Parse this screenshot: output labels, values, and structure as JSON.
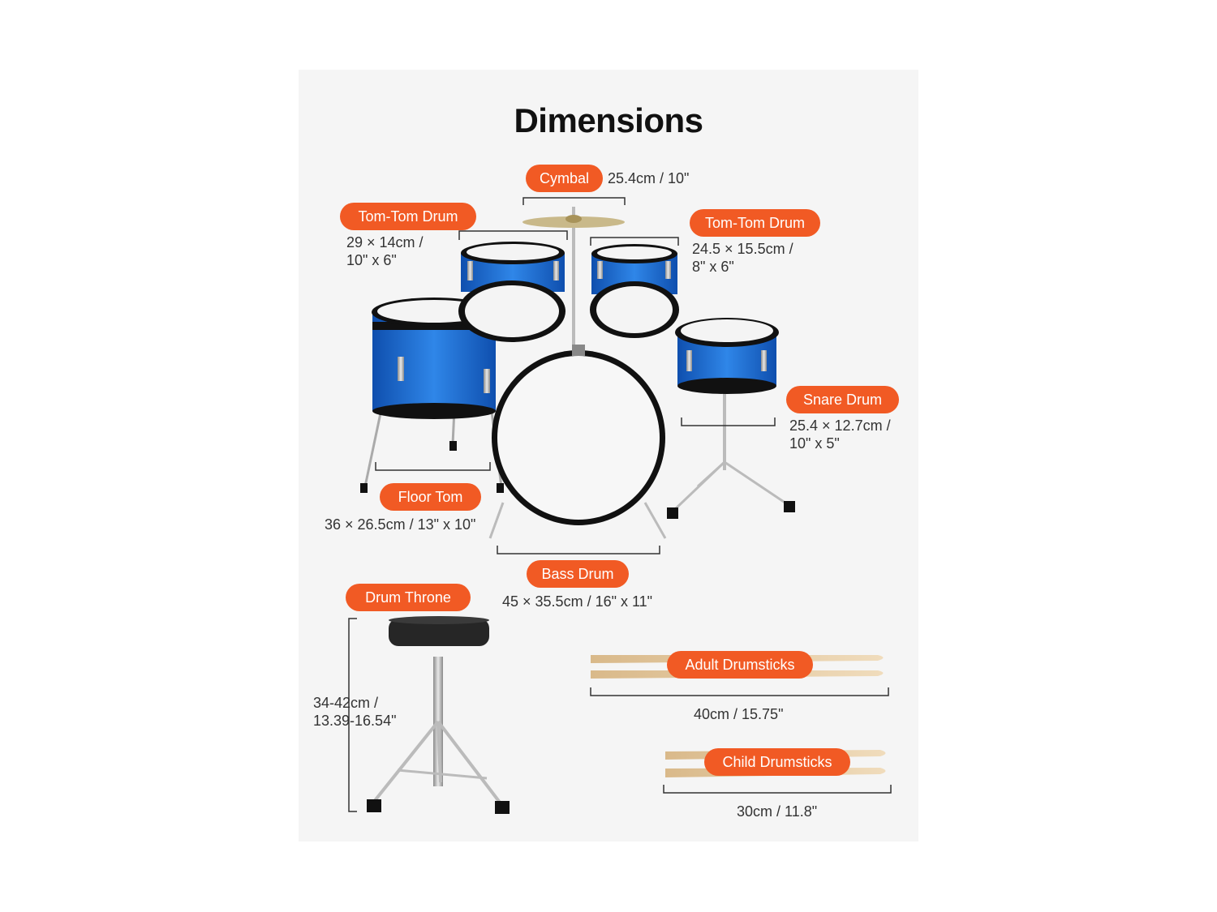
{
  "title": "Dimensions",
  "accent_color": "#f15a24",
  "drum_color": "#1a63c7",
  "items": {
    "cymbal": {
      "label": "Cymbal",
      "dims": "25.4cm / 10\""
    },
    "tom_left": {
      "label": "Tom-Tom Drum",
      "dims": "29 × 14cm /\n10\" x 6\""
    },
    "tom_right": {
      "label": "Tom-Tom Drum",
      "dims": "24.5 × 15.5cm /\n8\" x 6\""
    },
    "snare": {
      "label": "Snare Drum",
      "dims": "25.4 × 12.7cm /\n10\" x 5\""
    },
    "floor_tom": {
      "label": "Floor Tom",
      "dims": "36 × 26.5cm / 13\" x 10\""
    },
    "bass": {
      "label": "Bass Drum",
      "dims": "45 × 35.5cm / 16\" x 11\""
    },
    "throne": {
      "label": "Drum Throne",
      "dims": "34-42cm /\n13.39-16.54\""
    },
    "adult_sticks": {
      "label": "Adult Drumsticks",
      "dims": "40cm / 15.75\""
    },
    "child_sticks": {
      "label": "Child Drumsticks",
      "dims": "30cm / 11.8\""
    }
  }
}
